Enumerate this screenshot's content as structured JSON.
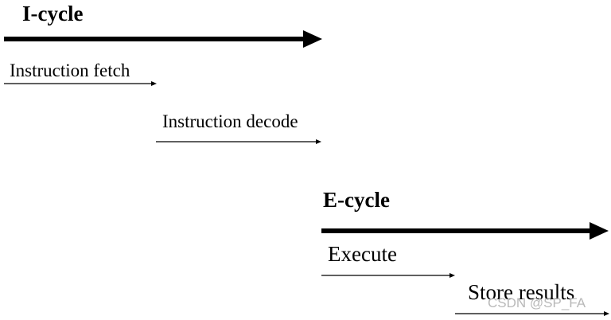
{
  "i_cycle": {
    "title": "I-cycle"
  },
  "e_cycle": {
    "title": "E-cycle"
  },
  "stages": {
    "fetch": "Instruction fetch",
    "decode": "Instruction decode",
    "execute": "Execute",
    "store": "Store results"
  },
  "watermark": "CSDN @SP_FA"
}
